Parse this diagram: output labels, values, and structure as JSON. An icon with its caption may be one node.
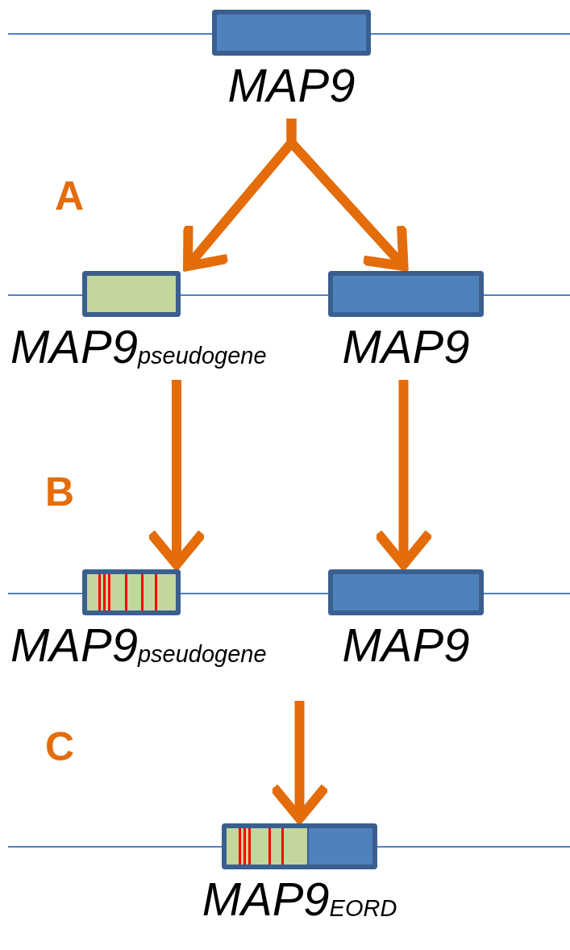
{
  "diagram": {
    "nodes": [
      {
        "text": [
          "MAP9"
        ]
      },
      {
        "text": [
          "MAP9$_{pseudogene}$"
        ]
      },
      {
        "text": [
          "MAP9"
        ]
      },
      {
        "text": [
          "MAP9$_{pseudogene}$"
        ]
      },
      {
        "text": [
          "MAP9"
        ]
      },
      {
        "text": [
          "MAP9$_{EORD}$"
        ]
      }
    ],
    "edges": [
      {
        "from": 0,
        "to": 1,
        "arrow": "to"
      },
      {
        "from": 0,
        "to": 2,
        "arrow": "to"
      },
      {
        "from": 1,
        "to": 3,
        "arrow": "to"
      },
      {
        "from": 2,
        "to": 4,
        "arrow": "to"
      },
      {
        "from": null,
        "to": 5,
        "arrow": "to"
      }
    ],
    "labels": [
      "A",
      "B",
      "C"
    ]
  }
}
